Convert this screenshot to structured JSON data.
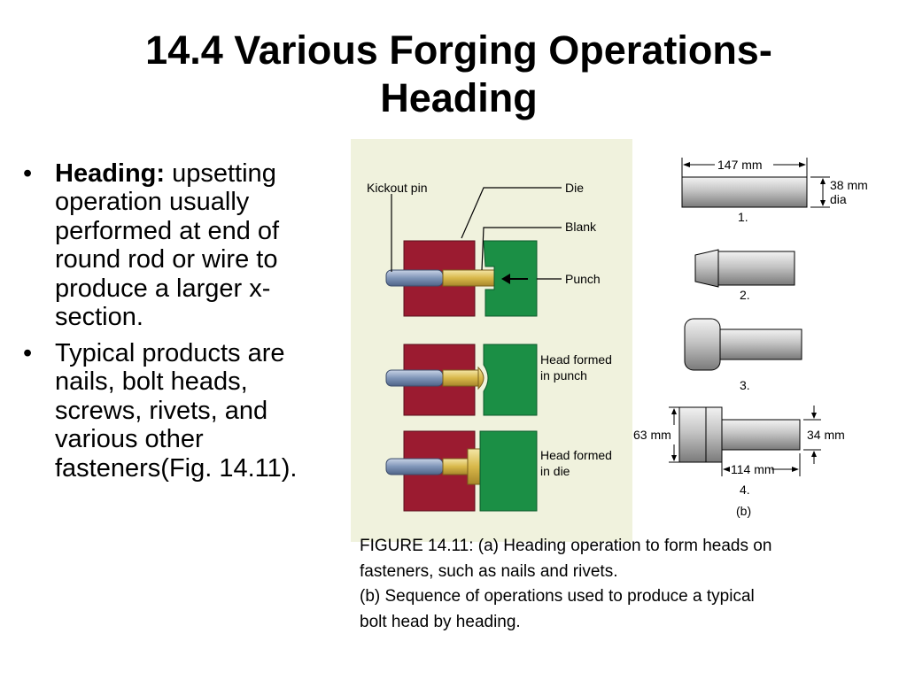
{
  "title": {
    "line1": "14.4 Various Forging Operations-",
    "line2": "Heading"
  },
  "bullets": [
    {
      "term": "Heading:",
      "text": " upsetting operation usually performed at end of round rod or wire to produce a larger x-section."
    },
    {
      "term": "",
      "text": "Typical products are nails, bolt heads, screws, rivets, and various other fasteners(Fig. 14.11)."
    }
  ],
  "figure_a": {
    "labels": {
      "kickout_pin": "Kickout pin",
      "die": "Die",
      "blank": "Blank",
      "punch": "Punch",
      "head_punch_1": "Head formed",
      "head_punch_2": "in punch",
      "head_die_1": "Head formed",
      "head_die_2": "in die"
    },
    "colors": {
      "die": "#9b1b30",
      "punch": "#1b8f45",
      "pin": "#7f95b8",
      "blank": "#d8b84a",
      "background": "#f0f2dd"
    }
  },
  "figure_b": {
    "dim_length_1": "147 mm",
    "dim_dia_1": "38 mm",
    "dim_dia_2": "dia",
    "step1": "1.",
    "step2": "2.",
    "step3": "3.",
    "dim_head": "63 mm",
    "dim_shank": "34 mm",
    "dim_length_4": "114 mm",
    "step4": "4.",
    "part_label": "(b)"
  },
  "caption": {
    "line1": "FIGURE 14.11: (a) Heading operation to form heads on",
    "line2": "fasteners, such as nails and rivets.",
    "line3": "(b) Sequence of operations used to produce a typical",
    "line4": "bolt head by heading."
  }
}
